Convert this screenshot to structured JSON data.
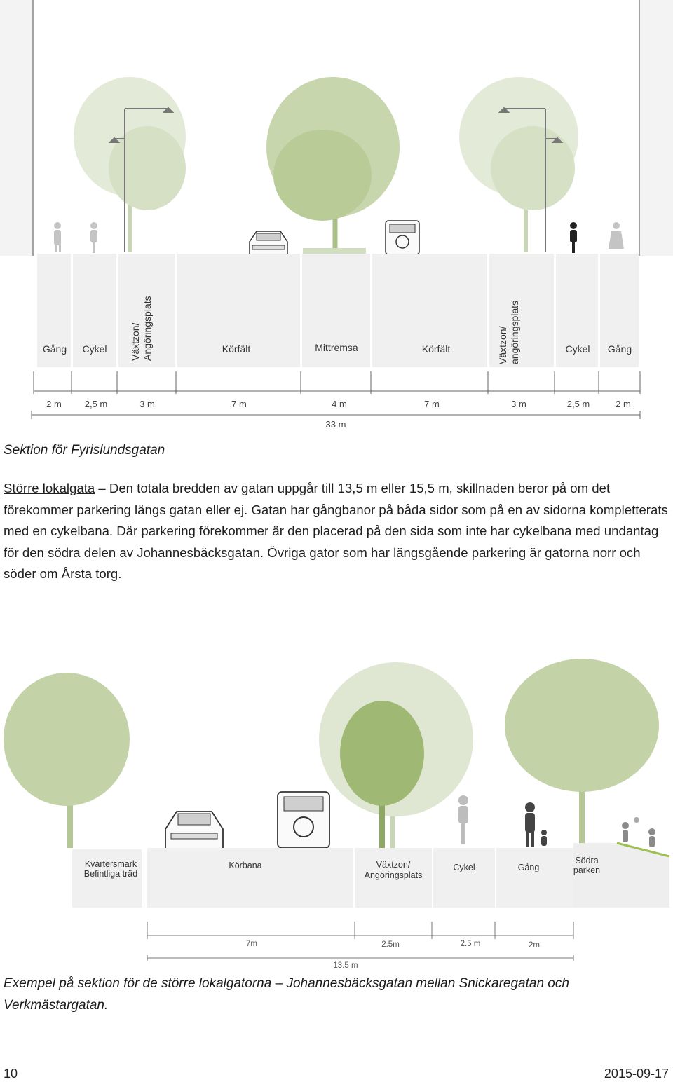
{
  "section1": {
    "zones": [
      {
        "label": "Gång"
      },
      {
        "label": "Cykel"
      },
      {
        "label": "Växtzon/ Angöringsplats"
      },
      {
        "label": "Körfält"
      },
      {
        "label": "Mittremsa"
      },
      {
        "label": "Körfält"
      },
      {
        "label": "Växtzon/ angöringsplats"
      },
      {
        "label": "Cykel"
      },
      {
        "label": "Gång"
      }
    ],
    "widths": [
      "2 m",
      "2,5 m",
      "3 m",
      "7 m",
      "4 m",
      "7 m",
      "3 m",
      "2,5 m",
      "2 m"
    ],
    "total": "33 m",
    "caption": "Sektion för Fyrislundsgatan"
  },
  "body": {
    "underlined": "Större lokalgata",
    "text": " – Den totala bredden av gatan uppgår till 13,5 m eller 15,5 m, skillnaden beror på om det förekommer parkering längs gatan eller ej. Gatan har gångbanor på båda sidor som på en av sidorna kompletterats med en cykelbana. Där parkering förekommer är den placerad på den sida som inte har cykelbana med undantag för den södra delen av Johannesbäcksgatan. Övriga gator som har längsgående parkering är gatorna norr och söder om Årsta torg."
  },
  "section2": {
    "zones": {
      "kvarter1": "Kvartersmark",
      "kvarter2": "Befintliga träd",
      "korbana": "Körbana",
      "vaxt1": "Växtzon/",
      "vaxt2": "Angöringsplats",
      "cykel": "Cykel",
      "gang": "Gång",
      "park1": "Södra",
      "park2": "parken"
    },
    "widths": [
      "7m",
      "2.5m",
      "2.5 m",
      "2m"
    ],
    "total": "13.5 m",
    "caption": "Exempel på sektion för de större lokalgatorna – Johannesbäcksgatan mellan Snickaregatan och Verkmästargatan."
  },
  "footer": {
    "page": "10",
    "date": "2015-09-17"
  },
  "colors": {
    "tree_light": "#d9e3cc",
    "tree_mid": "#b8cb98",
    "tree_dark": "#8fab65",
    "zone_fill": "#f1f1f1",
    "line": "#555555"
  }
}
